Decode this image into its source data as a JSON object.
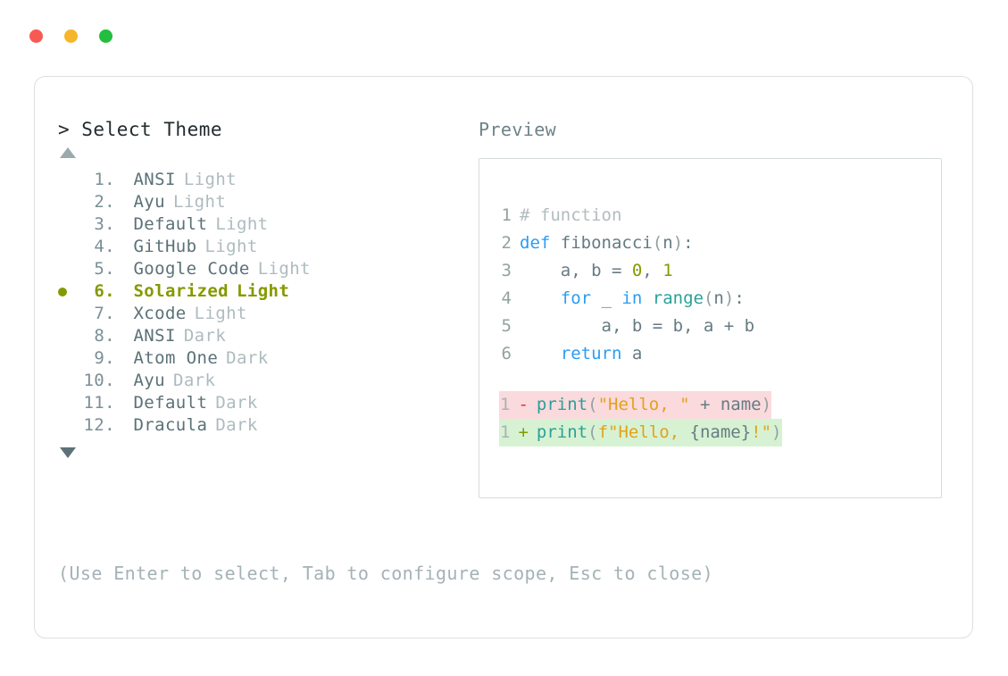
{
  "window": {
    "dots": [
      {
        "name": "close-dot",
        "color": "#f75a53"
      },
      {
        "name": "minimize-dot",
        "color": "#f7b529"
      },
      {
        "name": "maximize-dot",
        "color": "#22be3f"
      }
    ]
  },
  "picker": {
    "prompt": "> Select Theme",
    "scroll_up_icon": "triangle-up",
    "scroll_down_icon": "triangle-down",
    "selected_index": 6,
    "selected_bullet": "●",
    "items": [
      {
        "number": "1.",
        "name": "ANSI",
        "variant": "Light",
        "selected": false
      },
      {
        "number": "2.",
        "name": "Ayu",
        "variant": "Light",
        "selected": false
      },
      {
        "number": "3.",
        "name": "Default",
        "variant": "Light",
        "selected": false
      },
      {
        "number": "4.",
        "name": "GitHub",
        "variant": "Light",
        "selected": false
      },
      {
        "number": "5.",
        "name": "Google Code",
        "variant": "Light",
        "selected": false
      },
      {
        "number": "6.",
        "name": "Solarized",
        "variant": "Light",
        "selected": true
      },
      {
        "number": "7.",
        "name": "Xcode",
        "variant": "Light",
        "selected": false
      },
      {
        "number": "8.",
        "name": "ANSI",
        "variant": "Dark",
        "selected": false
      },
      {
        "number": "9.",
        "name": "Atom One",
        "variant": "Dark",
        "selected": false
      },
      {
        "number": "10.",
        "name": "Ayu",
        "variant": "Dark",
        "selected": false
      },
      {
        "number": "11.",
        "name": "Default",
        "variant": "Dark",
        "selected": false
      },
      {
        "number": "12.",
        "name": "Dracula",
        "variant": "Dark",
        "selected": false
      }
    ]
  },
  "preview": {
    "label": "Preview",
    "code_lines": [
      {
        "num": "1",
        "tokens": [
          {
            "text": "# function",
            "type": "comment"
          }
        ]
      },
      {
        "num": "2",
        "tokens": [
          {
            "text": "def",
            "type": "keyword"
          },
          {
            "text": " ",
            "type": "plain"
          },
          {
            "text": "fibonacci",
            "type": "plain"
          },
          {
            "text": "(",
            "type": "punct"
          },
          {
            "text": "n",
            "type": "plain"
          },
          {
            "text": ")",
            "type": "punct"
          },
          {
            "text": ":",
            "type": "plain"
          }
        ]
      },
      {
        "num": "3",
        "tokens": [
          {
            "text": "    a, b = ",
            "type": "plain"
          },
          {
            "text": "0",
            "type": "number"
          },
          {
            "text": ", ",
            "type": "plain"
          },
          {
            "text": "1",
            "type": "number"
          }
        ]
      },
      {
        "num": "4",
        "tokens": [
          {
            "text": "    ",
            "type": "plain"
          },
          {
            "text": "for",
            "type": "keyword"
          },
          {
            "text": " _ ",
            "type": "plain"
          },
          {
            "text": "in",
            "type": "keyword"
          },
          {
            "text": " ",
            "type": "plain"
          },
          {
            "text": "range",
            "type": "builtin"
          },
          {
            "text": "(",
            "type": "punct"
          },
          {
            "text": "n",
            "type": "plain"
          },
          {
            "text": ")",
            "type": "punct"
          },
          {
            "text": ":",
            "type": "plain"
          }
        ]
      },
      {
        "num": "5",
        "tokens": [
          {
            "text": "        a, b = b, a + b",
            "type": "plain"
          }
        ]
      },
      {
        "num": "6",
        "tokens": [
          {
            "text": "    ",
            "type": "plain"
          },
          {
            "text": "return",
            "type": "keyword"
          },
          {
            "text": " a",
            "type": "plain"
          }
        ]
      }
    ],
    "diff": [
      {
        "kind": "removed",
        "num": "1",
        "marker": "-",
        "tokens": [
          {
            "text": "print",
            "type": "builtin"
          },
          {
            "text": "(",
            "type": "punct"
          },
          {
            "text": "\"Hello, \"",
            "type": "string"
          },
          {
            "text": " + ",
            "type": "plain"
          },
          {
            "text": "name",
            "type": "plain"
          },
          {
            "text": ")",
            "type": "punct"
          }
        ]
      },
      {
        "kind": "added",
        "num": "1",
        "marker": "+",
        "tokens": [
          {
            "text": "print",
            "type": "builtin"
          },
          {
            "text": "(",
            "type": "punct"
          },
          {
            "text": "f\"Hello, ",
            "type": "string"
          },
          {
            "text": "{name}",
            "type": "plain"
          },
          {
            "text": "!\"",
            "type": "string"
          },
          {
            "text": ")",
            "type": "punct"
          }
        ]
      }
    ]
  },
  "footer": {
    "hint": "(Use Enter to select, Tab to configure scope, Esc to close)"
  },
  "colors": {
    "accent_selected": "#859900",
    "keyword": "#2a9df4",
    "builtin": "#2aa198",
    "string": "#e3a21a",
    "number": "#859900",
    "diff_removed_bg": "#fadadd",
    "diff_added_bg": "#d7f2d3",
    "diff_removed_marker": "#dc322f",
    "diff_added_marker": "#7f9a00"
  }
}
